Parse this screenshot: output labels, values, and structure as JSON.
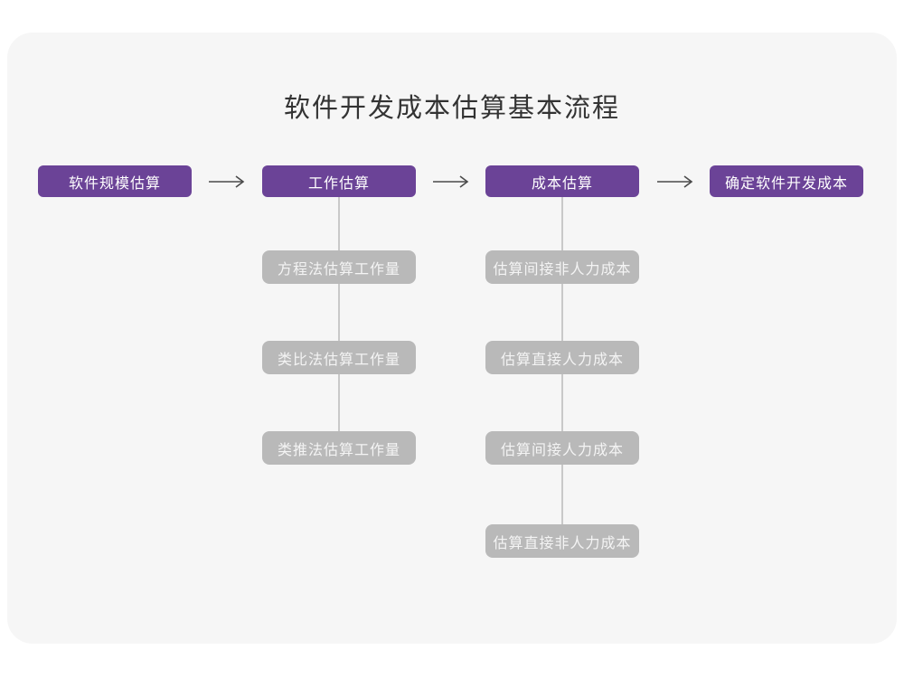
{
  "title": "软件开发成本估算基本流程",
  "colors": {
    "primary_node": "#6B4397",
    "sub_node": "#B9B9B9",
    "card_background": "#F6F6F6",
    "connector_line": "#C9C9C9",
    "arrow": "#4A4A4A",
    "title_text": "#333333"
  },
  "main_flow": [
    {
      "label": "软件规模估算"
    },
    {
      "label": "工作估算"
    },
    {
      "label": "成本估算"
    },
    {
      "label": "确定软件开发成本"
    }
  ],
  "work_estimation_methods": [
    "方程法估算工作量",
    "类比法估算工作量",
    "类推法估算工作量"
  ],
  "cost_estimation_items": [
    "估算间接非人力成本",
    "估算直接人力成本",
    "估算间接人力成本",
    "估算直接非人力成本"
  ]
}
